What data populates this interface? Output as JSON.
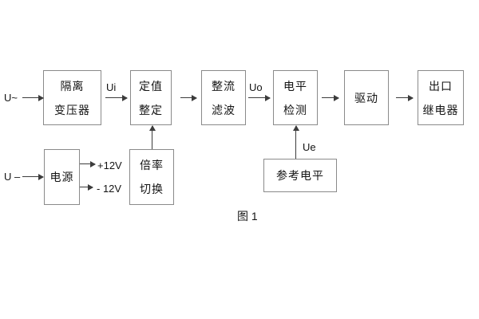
{
  "figure": {
    "caption": "图 1"
  },
  "labels": {
    "input_ac": "U~",
    "input_dc": "U –",
    "signal_ui": "Ui",
    "signal_uo": "Uo",
    "signal_ue": "Ue",
    "rail_pos": "+12V",
    "rail_neg": "- 12V"
  },
  "blocks": {
    "isolation_transformer": {
      "line1": "隔离",
      "line2": "变压器"
    },
    "setpoint_adjust": {
      "line1": "定值",
      "line2": "整定"
    },
    "rectify_filter": {
      "line1": "整流",
      "line2": "滤波"
    },
    "level_detect": {
      "line1": "电平",
      "line2": "检测"
    },
    "drive": {
      "label": "驱动"
    },
    "output_relay": {
      "line1": "出口",
      "line2": "继电器"
    },
    "power_supply": {
      "label": "电源"
    },
    "ratio_switch": {
      "line1": "倍率",
      "line2": "切换"
    },
    "reference_level": {
      "label": "参考电平"
    }
  },
  "colors": {
    "background": "#ffffff",
    "box_border": "#8a8a8a",
    "line": "#3c3c3c",
    "text": "#141414"
  }
}
